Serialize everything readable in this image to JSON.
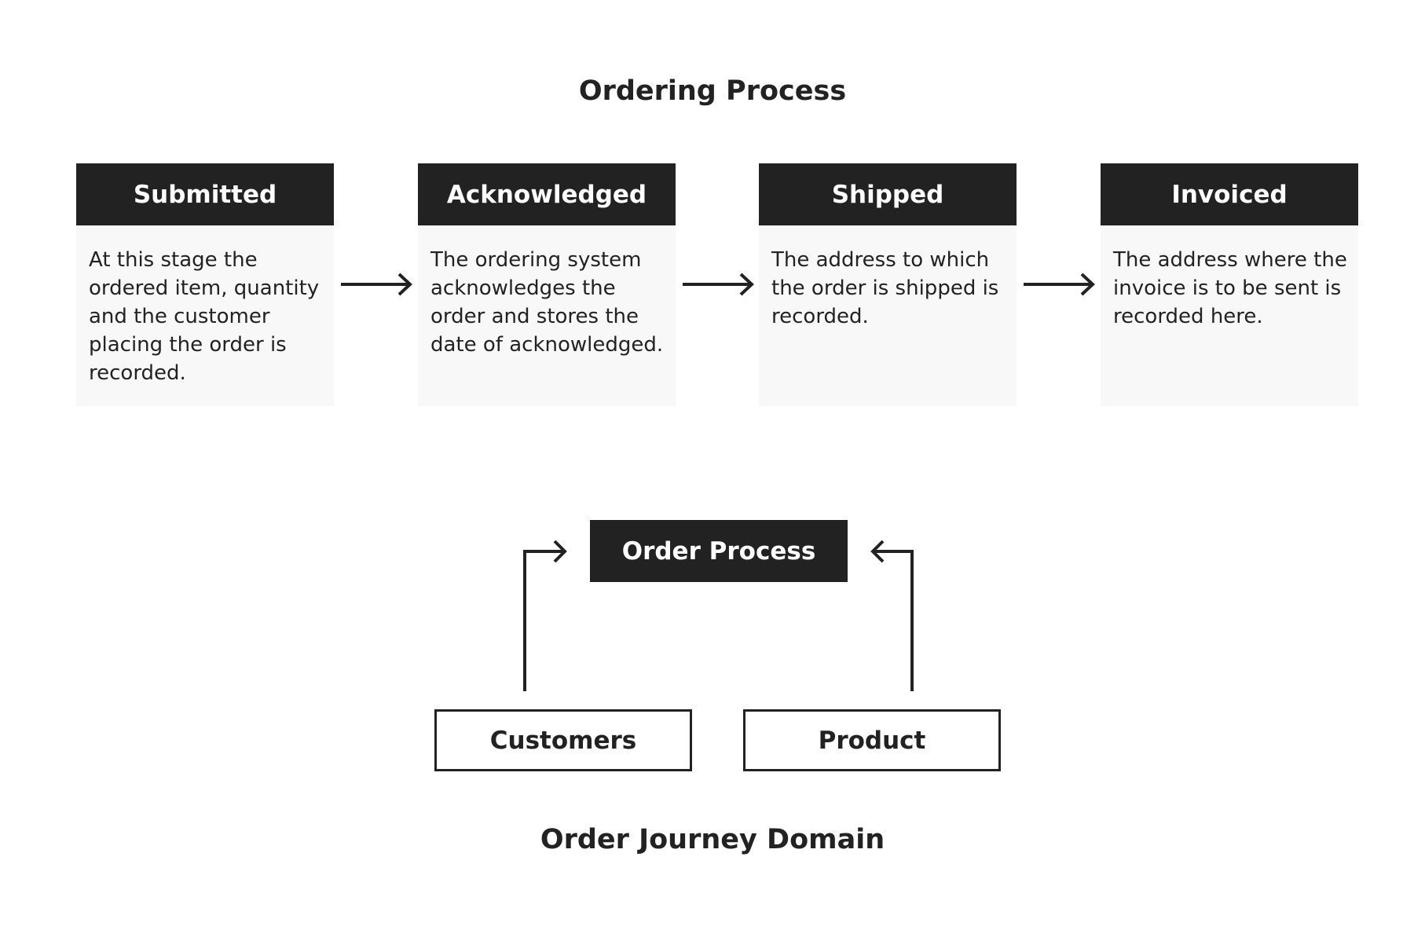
{
  "title_top": "Ordering Process",
  "title_bottom": "Order Journey Domain",
  "stages": [
    {
      "label": "Submitted",
      "description": "At this stage the ordered item, quantity and the customer placing the order is recorded."
    },
    {
      "label": "Acknowledged",
      "description": "The ordering system acknowledges the order and stores the date of acknowledged."
    },
    {
      "label": "Shipped",
      "description": "The address to which the order is shipped is recorded."
    },
    {
      "label": "Invoiced",
      "description": "The address where the invoice is to be sent is recorded here."
    }
  ],
  "domain": {
    "center": "Order Process",
    "left": "Customers",
    "right": "Product"
  },
  "colors": {
    "dark": "#222222",
    "panel": "#f8f8f8",
    "background": "#ffffff"
  }
}
